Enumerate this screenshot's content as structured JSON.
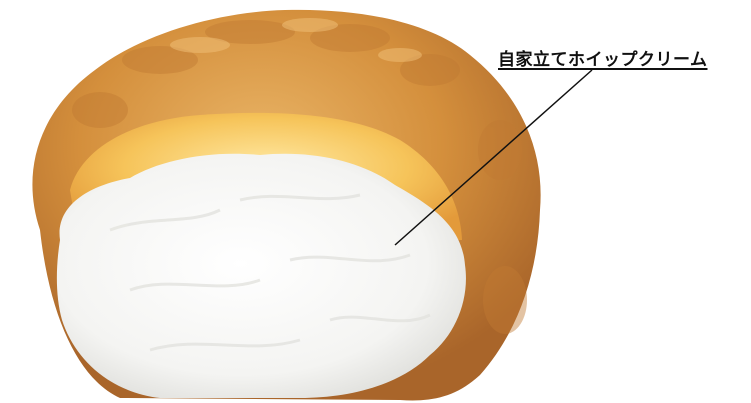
{
  "annotation": {
    "label": "自家立てホイップクリーム"
  },
  "colors": {
    "background": "#ffffff",
    "pastry_crust": "#d79a45",
    "pastry_shadow": "#a8682a",
    "pastry_inner": "#f3c55e",
    "cream": "#f7f7f5",
    "leader_line": "#111111"
  },
  "image": {
    "subject": "cream-puff",
    "contents": "whipped-cream"
  }
}
